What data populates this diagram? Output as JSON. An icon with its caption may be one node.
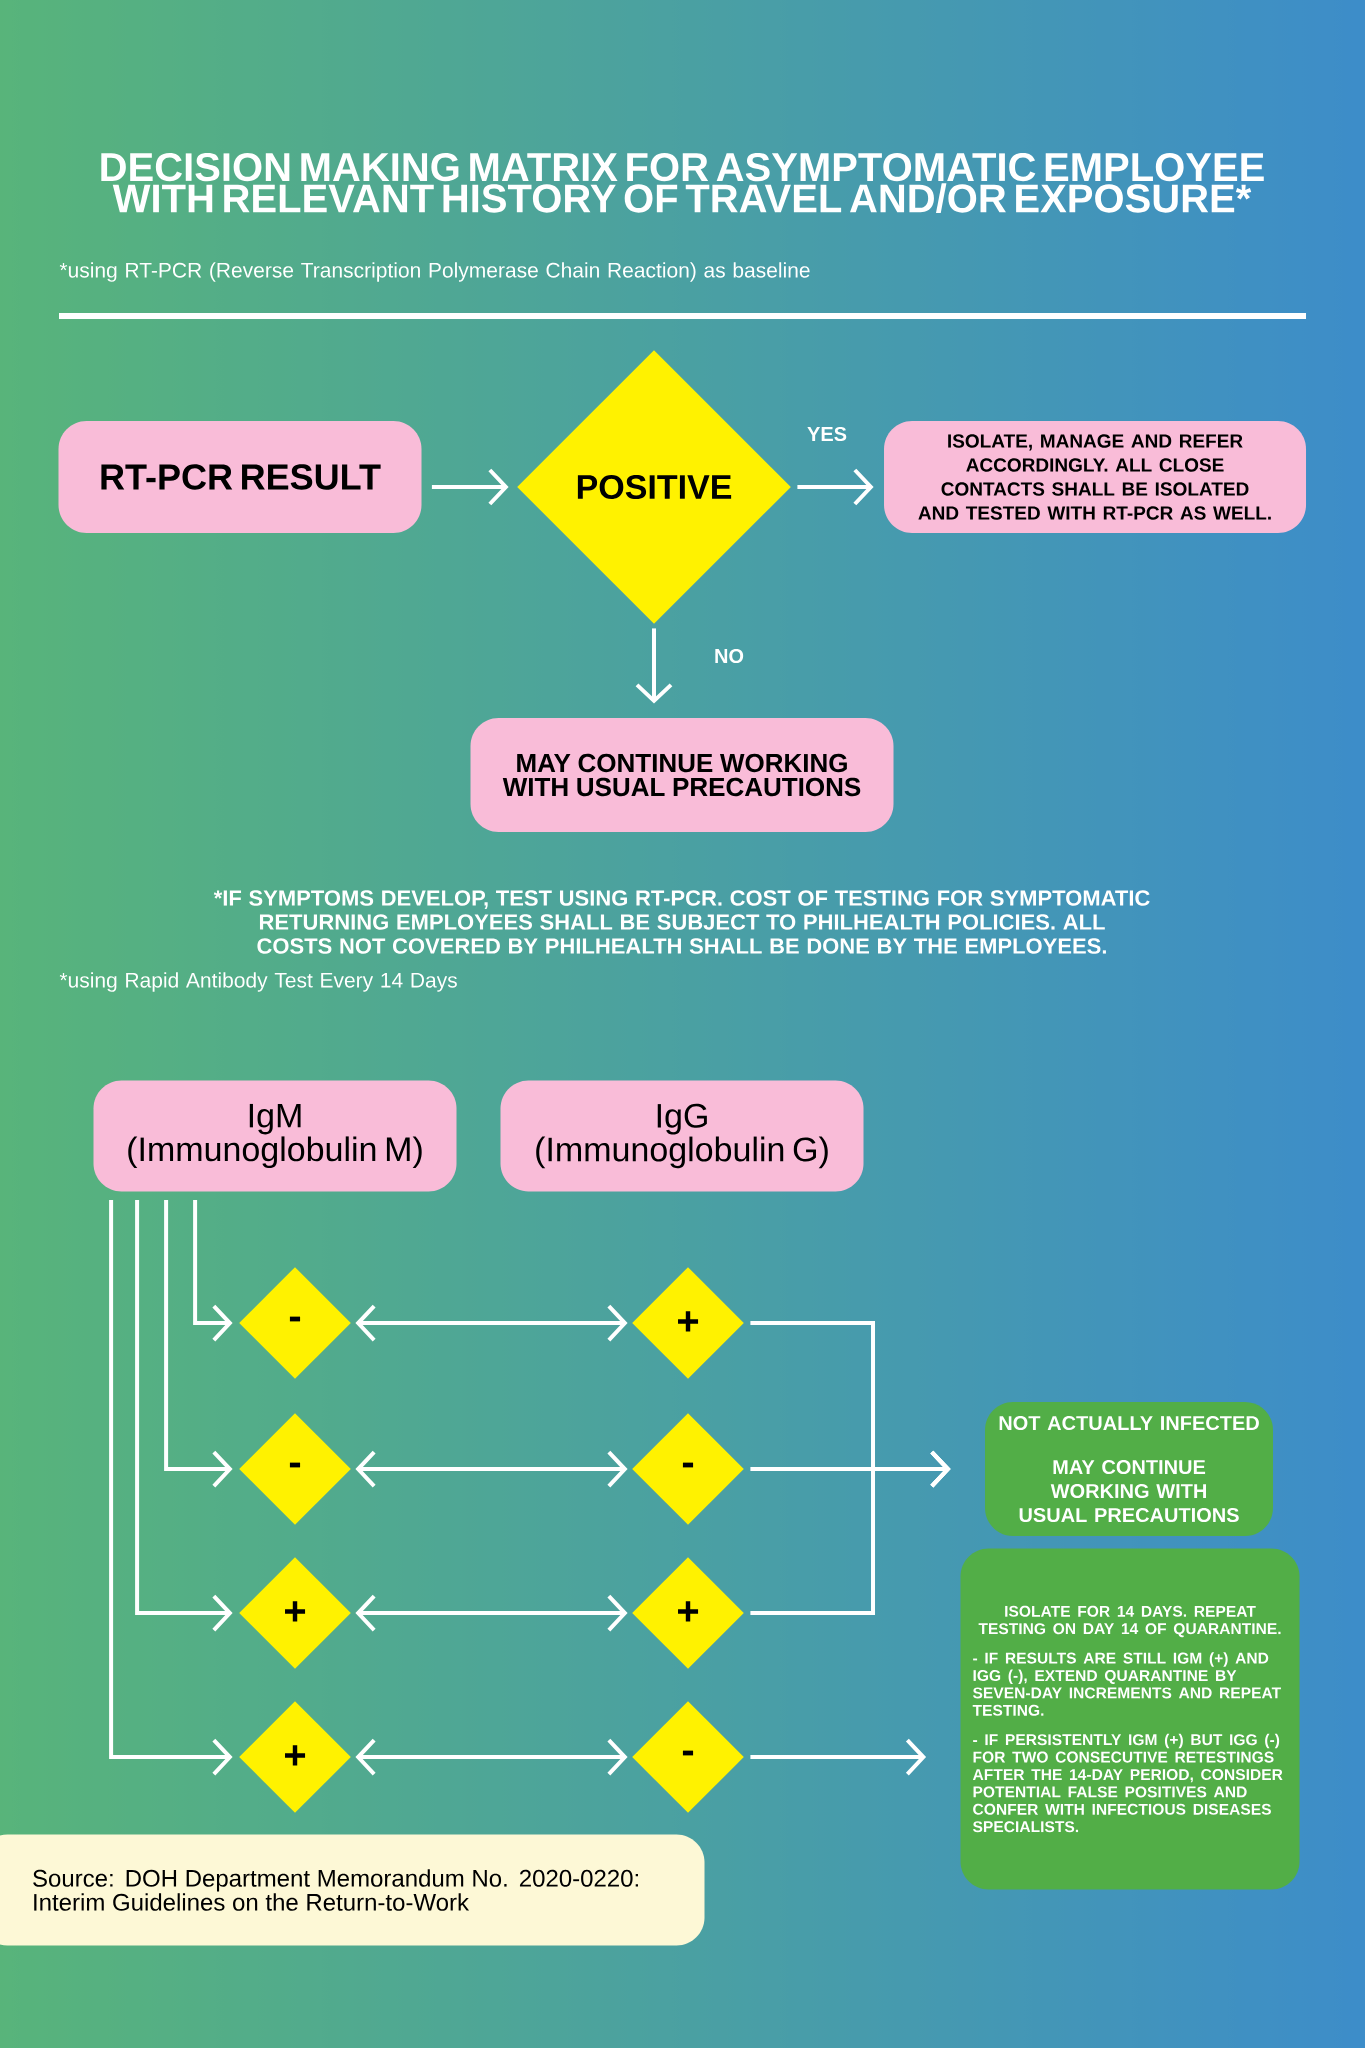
{
  "diagram": {
    "title": "DECISION MAKING MATRIX FOR ASYMPTOMATIC EMPLOYEE WITH RELEVANT HISTORY OF TRAVEL AND/OR EXPOSURE*",
    "nodes": [
      {
        "text": [
          "RT-PCR RESULT"
        ]
      },
      {
        "text": [
          "POSITIVE"
        ]
      },
      {
        "text": [
          "ISOLATE, MANAGE AND REFER ACCORDINGLY. ALL CLOSE CONTACTS SHALL BE ISOLATED AND TESTED WITH RT-PCR AS WELL."
        ]
      },
      {
        "text": [
          "MAY CONTINUE WORKING WITH USUAL PRECAUTIONS"
        ]
      },
      {
        "text": [
          "IgM (Immunoglobulin M)"
        ]
      },
      {
        "text": [
          "IgG (Immunoglobulin G)"
        ]
      },
      {
        "text": [
          "-"
        ]
      },
      {
        "text": [
          "-"
        ]
      },
      {
        "text": [
          "+"
        ]
      },
      {
        "text": [
          "+"
        ]
      },
      {
        "text": [
          "+"
        ]
      },
      {
        "text": [
          "-"
        ]
      },
      {
        "text": [
          "+"
        ]
      },
      {
        "text": [
          "-"
        ]
      },
      {
        "text": [
          "NOT ACTUALLY INFECTED",
          "MAY CONTINUE WORKING WITH USUAL PRECAUTIONS"
        ]
      },
      {
        "text": [
          "ISOLATE FOR 14 DAYS. REPEAT TESTING ON DAY 14 OF QUARANTINE.",
          "- IF RESULTS ARE STILL IGM (+) AND IGG (-), EXTEND QUARANTINE BY SEVEN-DAY INCREMENTS AND REPEAT TESTING.",
          "- IF PERSISTENTLY IGM (+) BUT IGG (-) FOR TWO CONSECUTIVE RETESTINGS AFTER THE 14-DAY PERIOD, CONSIDER POTENTIAL FALSE POSITIVES AND CONFER WITH INFECTIOUS DISEASES SPECIALISTS."
        ]
      },
      {
        "text": [
          "Source: DOH Department Memorandum No. 2020-0220: Interim Guidelines on the Return-to-Work"
        ]
      }
    ],
    "edges": [
      {
        "from": 0,
        "to": 1,
        "arrow": "to"
      },
      {
        "from": 1,
        "to": 2,
        "arrow": "to",
        "label": "YES"
      },
      {
        "from": 1,
        "to": 3,
        "arrow": "to",
        "label": "NO"
      },
      {
        "from": 4,
        "to": 6,
        "arrow": "to"
      },
      {
        "from": 4,
        "to": 7,
        "arrow": "to"
      },
      {
        "from": 4,
        "to": 8,
        "arrow": "to"
      },
      {
        "from": 4,
        "to": 9,
        "arrow": "to"
      },
      {
        "from": 6,
        "to": 10,
        "arrow": "both"
      },
      {
        "from": 7,
        "to": 11,
        "arrow": "both"
      },
      {
        "from": 8,
        "to": 12,
        "arrow": "both"
      },
      {
        "from": 9,
        "to": 13,
        "arrow": "both"
      },
      {
        "from": 10,
        "to": 14,
        "arrow": "to"
      },
      {
        "from": 11,
        "to": 14,
        "arrow": "to"
      },
      {
        "from": 12,
        "to": 14,
        "arrow": "to"
      },
      {
        "from": 13,
        "to": 15,
        "arrow": "to"
      }
    ],
    "labels": [
      "*using RT-PCR (Reverse Transcription Polymerase Chain Reaction) as baseline",
      "*IF SYMPTOMS DEVELOP, TEST USING RT-PCR. COST OF TESTING FOR SYMPTOMATIC RETURNING EMPLOYEES SHALL BE SUBJECT TO PHILHEALTH POLICIES. ALL COSTS NOT COVERED BY PHILHEALTH SHALL BE DONE BY THE EMPLOYEES.",
      "*using Rapid Antibody Test Every 14 Days"
    ]
  }
}
